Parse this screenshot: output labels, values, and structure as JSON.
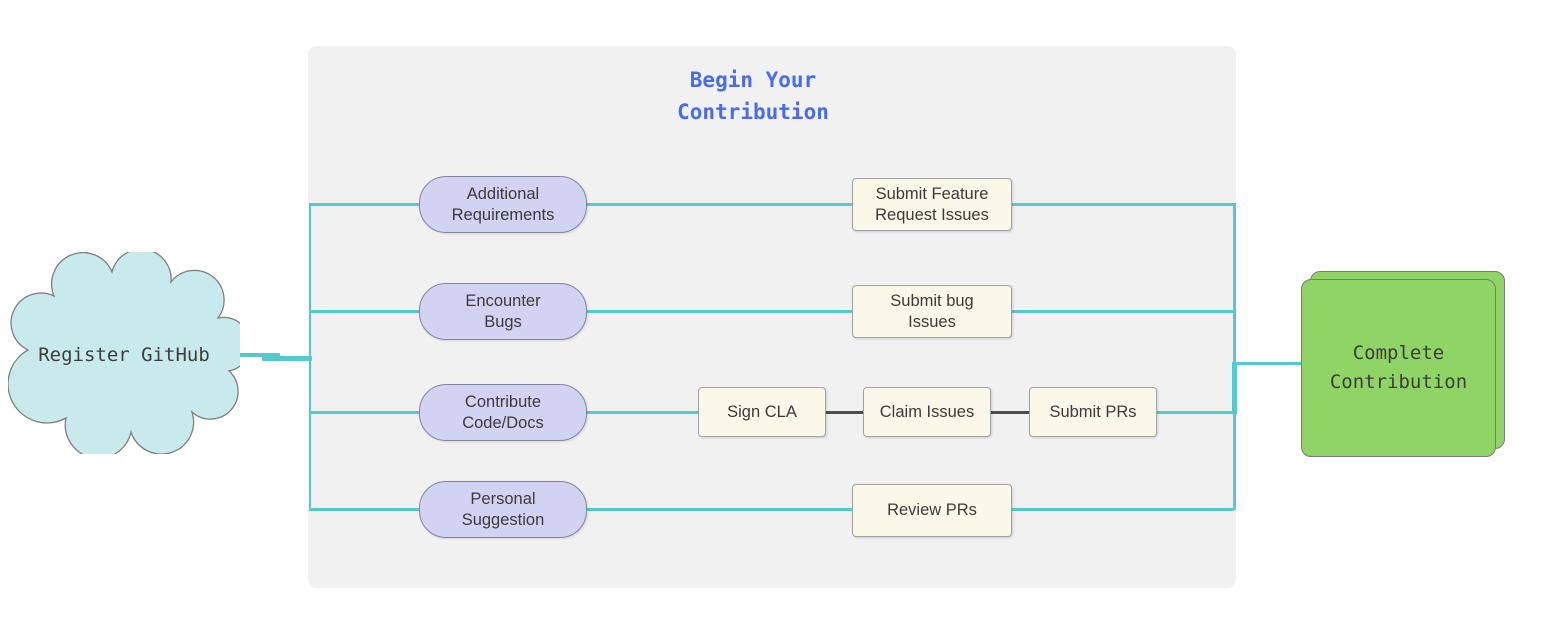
{
  "colors": {
    "teal_line": "#56c8d2",
    "dark_line": "#4d4d4d",
    "panel_bg": "#f1f1f2",
    "cloud_fill": "#c9eaed",
    "cloud_border": "#7e7e7e",
    "pill_fill": "#d2d2f2",
    "pill_border": "#8585a0",
    "task_fill": "#faf8e8",
    "task_border": "#a3a3a3",
    "green_fill": "#8ed566",
    "green_border": "#7a7a7a",
    "title_color": "#4a6bf0"
  },
  "start_node": {
    "label": "Register GitHub"
  },
  "panel": {
    "title": "Begin Your\nContribution"
  },
  "rows": [
    {
      "source": "Additional\nRequirements",
      "steps": [
        "Submit Feature\nRequest Issues"
      ]
    },
    {
      "source": "Encounter\nBugs",
      "steps": [
        "Submit bug\nIssues"
      ]
    },
    {
      "source": "Contribute\nCode/Docs",
      "steps": [
        "Sign CLA",
        "Claim Issues",
        "Submit PRs"
      ]
    },
    {
      "source": "Personal\nSuggestion",
      "steps": [
        "Review PRs"
      ]
    }
  ],
  "end_node": {
    "label": "Complete\nContribution"
  }
}
